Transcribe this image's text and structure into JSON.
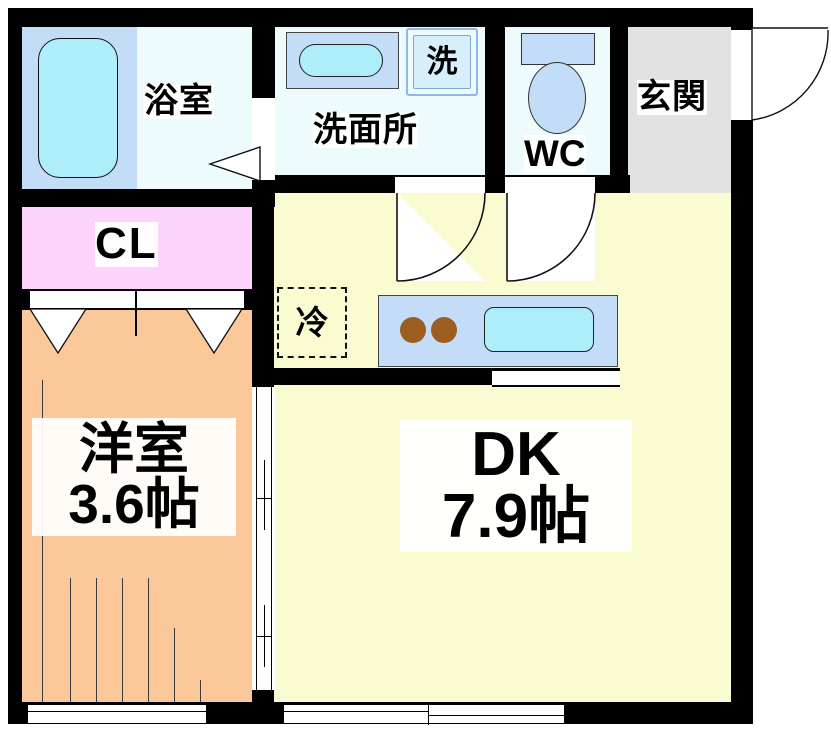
{
  "document": {
    "type": "floor-plan",
    "title": "Apartment Floor Plan",
    "layout_code": "1DK"
  },
  "rooms": [
    {
      "id": "bath",
      "label": "浴室",
      "color": "#eefbfd",
      "note": "bathroom with tub"
    },
    {
      "id": "washroom",
      "label": "洗面所",
      "color": "#eefbfd",
      "note": "washroom / vanity"
    },
    {
      "id": "toilet",
      "label": "WC",
      "color": "#eefbfd",
      "note": "toilet"
    },
    {
      "id": "genkan",
      "label": "玄関",
      "color": "#e2e2e2",
      "note": "entrance"
    },
    {
      "id": "closet",
      "label": "CL",
      "color": "#fcd4fb",
      "note": "closet"
    },
    {
      "id": "washitsu",
      "label": "洋室",
      "size": "3.6帖",
      "color": "#fbc999",
      "note": "western-style room"
    },
    {
      "id": "dk",
      "label": "DK",
      "size": "7.9帖",
      "color": "#fbfbd2",
      "note": "dining kitchen"
    }
  ],
  "fixtures": {
    "washer": {
      "label": "洗",
      "note": "washing machine space"
    },
    "fridge": {
      "label": "冷",
      "note": "refrigerator space"
    }
  },
  "labels": {
    "bath": "浴室",
    "washroom": "洗面所",
    "toilet": "WC",
    "genkan": "玄関",
    "closet": "CL",
    "washer": "洗",
    "fridge": "冷",
    "room_name": "洋室",
    "room_size": "3.6帖",
    "dk_name": "DK",
    "dk_size": "7.9帖"
  },
  "colors": {
    "wall": "#000000",
    "bath_fill": "#eefbfd",
    "tub_panel": "#c3dcf7",
    "tub": "#aeeefb",
    "genkan_fill": "#e2e2e2",
    "closet_fill": "#fcd4fb",
    "room_fill": "#fbc999",
    "dk_fill": "#fbfbd2",
    "counter": "#c3dcf7",
    "burner": "#9b5d20"
  }
}
